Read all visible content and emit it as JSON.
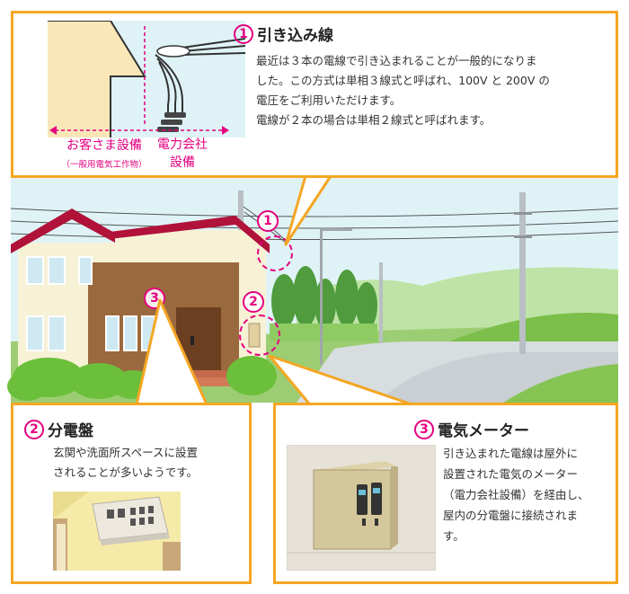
{
  "callout1": {
    "number": "1",
    "title": "引き込み線",
    "lines": [
      "最近は３本の電線で引き込まれることが一般的になりま",
      "した。この方式は単相３線式と呼ばれ、100V と 200V の",
      "電圧をご利用いただけます。",
      "電線が２本の場合は単相２線式と呼ばれます。"
    ],
    "diagram": {
      "customer_label": "お客さま設備",
      "customer_sub": "（一般用電気工作物）",
      "utility_label_line1": "電力会社",
      "utility_label_line2": "設備"
    }
  },
  "callout2": {
    "number": "2",
    "title": "分電盤",
    "lines": [
      "玄関や洗面所スペースに設置",
      "されることが多いようです。"
    ]
  },
  "callout3": {
    "number": "3",
    "title": "電気メーター",
    "lines": [
      "引き込まれた電線は屋外に",
      "設置された電気のメーター",
      "（電力会社設備）を経由し、",
      "屋内の分電盤に接続されま",
      "す。"
    ]
  },
  "markers": [
    "1",
    "2",
    "3"
  ],
  "colors": {
    "accent": "#e4007f",
    "border": "#f5a623",
    "roof": "#b0123a"
  }
}
